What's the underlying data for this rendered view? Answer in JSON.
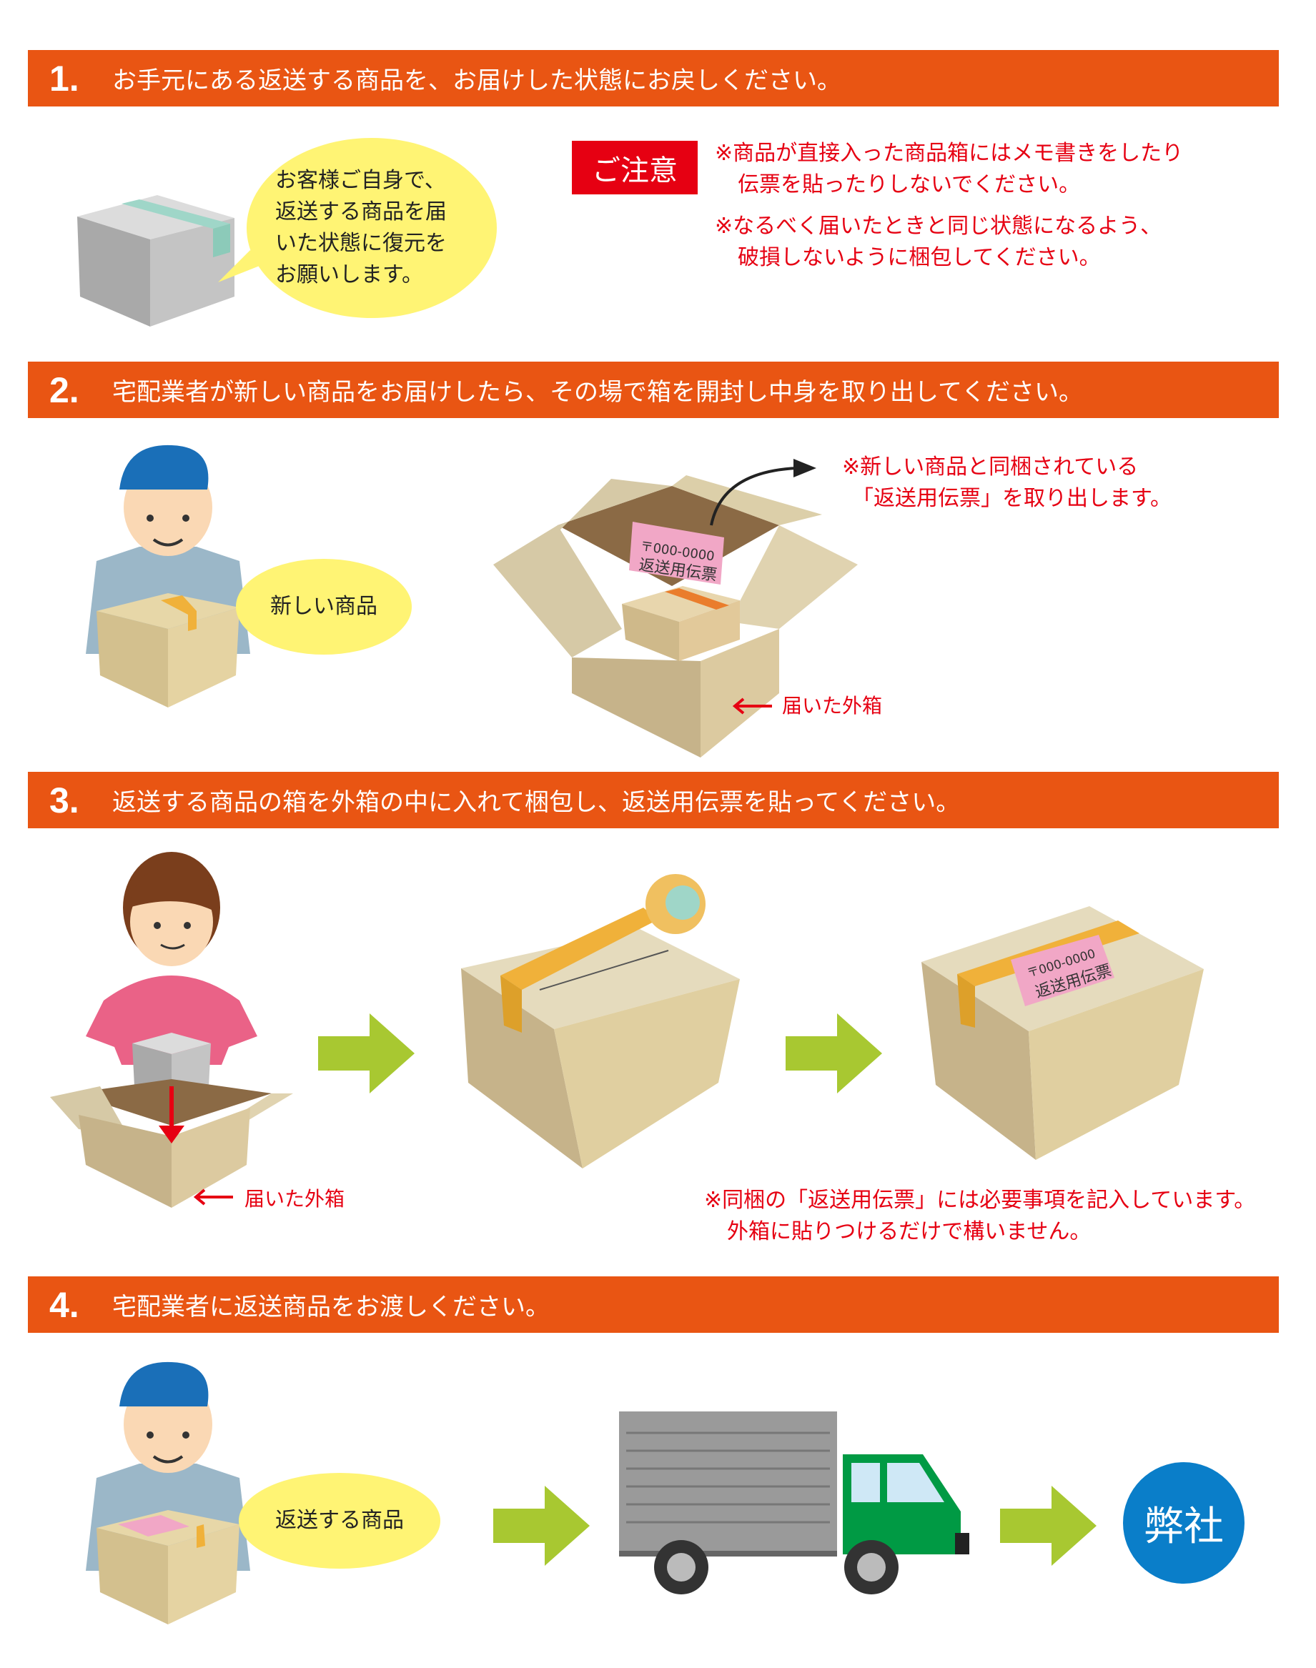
{
  "steps": [
    {
      "num": "1.",
      "title": "お手元にある返送する商品を、お届けした状態にお戻しください。"
    },
    {
      "num": "2.",
      "title": "宅配業者が新しい商品をお届けしたら、その場で箱を開封し中身を取り出してください。"
    },
    {
      "num": "3.",
      "title": "返送する商品の箱を外箱の中に入れて梱包し、返送用伝票を貼ってください。"
    },
    {
      "num": "4.",
      "title": "宅配業者に返送商品をお渡しください。"
    }
  ],
  "step1": {
    "bubble": [
      "お客様ご自身で、",
      "返送する商品を届",
      "いた状態に復元を",
      "お願いします。"
    ],
    "caution_label": "ご注意",
    "notes": [
      "※商品が直接入った商品箱にはメモ書きをしたり",
      "伝票を貼ったりしないでください。",
      "※なるべく届いたときと同じ状態になるよう、",
      "破損しないように梱包してください。"
    ]
  },
  "step2": {
    "bubble": "新しい商品",
    "label_postal": "〒000-0000",
    "label_title": "返送用伝票",
    "notes": [
      "※新しい商品と同梱されている",
      "「返送用伝票」を取り出します。"
    ],
    "outer_box": "届いた外箱"
  },
  "step3": {
    "outer_box": "届いた外箱",
    "label_postal": "〒000-0000",
    "label_title": "返送用伝票",
    "notes": [
      "※同梱の「返送用伝票」には必要事項を記入しています。",
      "外箱に貼りつけるだけで構いません。"
    ]
  },
  "step4": {
    "bubble": "返送する商品",
    "destination": "弊社"
  },
  "colors": {
    "header": "#e95513",
    "caution": "#e60012",
    "arrow": "#a8c831",
    "bubble": "#fff474",
    "circle": "#0a7ec9"
  }
}
